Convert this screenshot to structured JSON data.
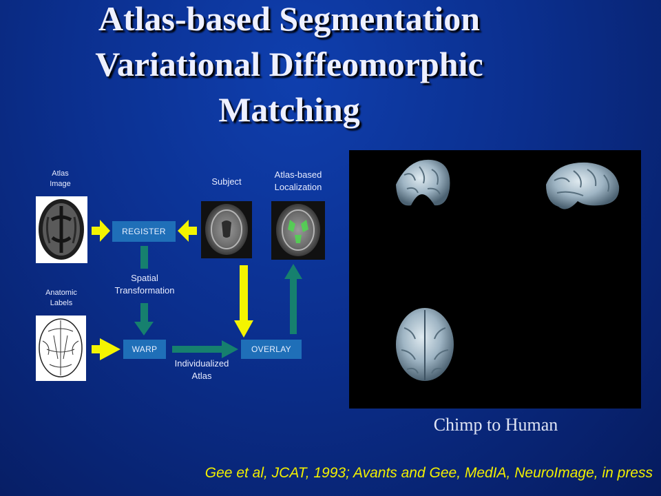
{
  "slide": {
    "title_lines": [
      "Atlas-based Segmentation",
      "Variational Diffeomorphic",
      "Matching"
    ],
    "citation": "Gee et al, JCAT, 1993; Avants and Gee, MedIA, NeuroImage, in press"
  },
  "diagram": {
    "labels": {
      "atlas_image": [
        "Atlas",
        "Image"
      ],
      "anatomic_labels": [
        "Anatomic",
        "Labels"
      ],
      "subject": "Subject",
      "atlas_localization": [
        "Atlas-based",
        "Localization"
      ],
      "spatial_transformation": [
        "Spatial",
        "Transformation"
      ],
      "individualized_atlas": [
        "Individualized",
        "Atlas"
      ]
    },
    "boxes": {
      "register": "REGISTER",
      "warp": "WARP",
      "overlay": "OVERLAY"
    },
    "colors": {
      "arrow_yellow": "#f4f400",
      "arrow_teal": "#16806e",
      "box_blue": "#1f6fb8",
      "overlay_green": "#4fd84f"
    }
  },
  "panel": {
    "caption": "Chimp to Human"
  }
}
